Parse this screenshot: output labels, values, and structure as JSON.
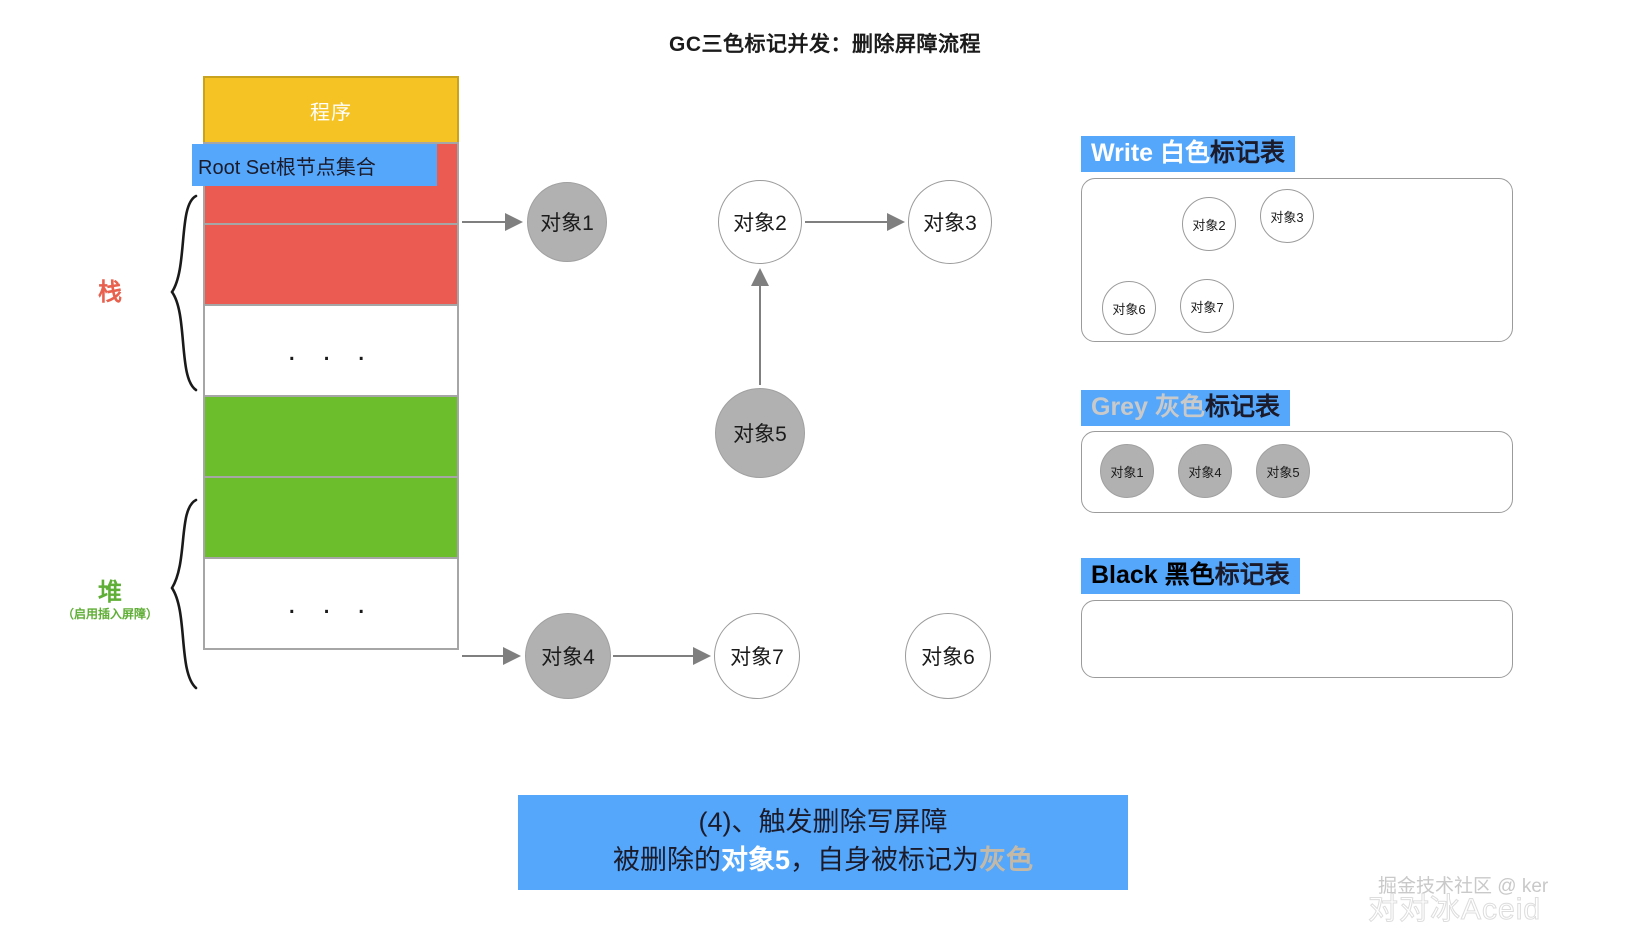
{
  "title": "GC三色标记并发：删除屏障流程",
  "memory": {
    "program_label": "程序",
    "rootset_label": "Root Set根节点集合",
    "dots": ". . .",
    "cells": [
      {
        "name": "stack-cell-1",
        "kind": "red"
      },
      {
        "name": "stack-cell-2",
        "kind": "red"
      },
      {
        "name": "stack-dots-cell",
        "kind": "dots"
      },
      {
        "name": "heap-cell-1",
        "kind": "green"
      },
      {
        "name": "heap-cell-2",
        "kind": "green"
      },
      {
        "name": "heap-dots-cell",
        "kind": "dots"
      }
    ],
    "stack_label": "栈",
    "heap_label": "堆",
    "heap_sub_label": "（启用插入屏障）"
  },
  "graph": {
    "nodes": [
      {
        "id": "obj1",
        "label": "对象1",
        "color": "grey"
      },
      {
        "id": "obj2",
        "label": "对象2",
        "color": "white"
      },
      {
        "id": "obj3",
        "label": "对象3",
        "color": "white"
      },
      {
        "id": "obj5",
        "label": "对象5",
        "color": "grey"
      },
      {
        "id": "obj4",
        "label": "对象4",
        "color": "grey"
      },
      {
        "id": "obj7",
        "label": "对象7",
        "color": "white"
      },
      {
        "id": "obj6",
        "label": "对象6",
        "color": "white"
      }
    ]
  },
  "tables": {
    "white": {
      "title_en": "Write ",
      "title_color_cn": "白色",
      "title_tail": "标记表",
      "items": [
        {
          "label": "对象2",
          "color": "white"
        },
        {
          "label": "对象3",
          "color": "white"
        },
        {
          "label": "对象6",
          "color": "white"
        },
        {
          "label": "对象7",
          "color": "white"
        }
      ]
    },
    "grey": {
      "title_en": "Grey ",
      "title_color_cn": "灰色",
      "title_tail": "标记表",
      "items": [
        {
          "label": "对象1",
          "color": "grey"
        },
        {
          "label": "对象4",
          "color": "grey"
        },
        {
          "label": "对象5",
          "color": "grey"
        }
      ]
    },
    "black": {
      "title_en": "Black ",
      "title_color_cn": "黑色",
      "title_tail": "标记表",
      "items": []
    }
  },
  "caption": {
    "line1": "(4)、触发删除写屏障",
    "line2_a": "被删除的",
    "line2_b": "对象5",
    "line2_c": "，自身被标记为",
    "line2_d": "灰色"
  },
  "watermarks": {
    "primary": "掘金技术社区 @ ker",
    "secondary": "对对冰Aceid"
  },
  "colors": {
    "accent_blue": "#55a7fb",
    "program_yellow": "#f5c324",
    "stack_red": "#ec5b52",
    "heap_green": "#6cbe2c",
    "node_grey": "#b1b1b1"
  }
}
